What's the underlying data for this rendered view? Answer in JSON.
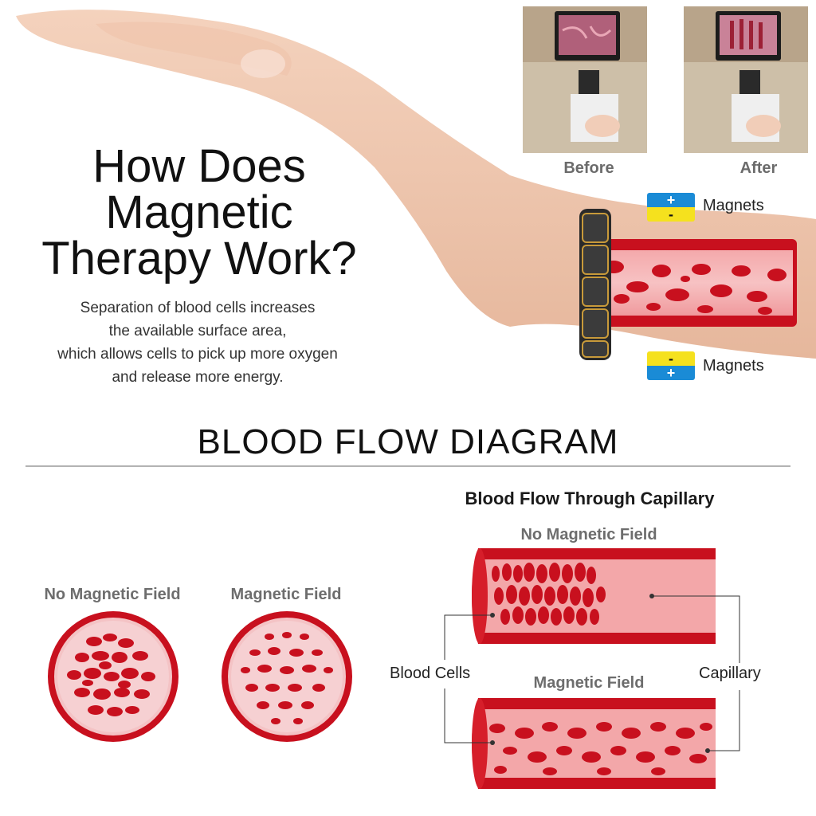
{
  "title": {
    "line1": "How Does",
    "line2": "Magnetic",
    "line3": "Therapy Work?"
  },
  "description": {
    "line1": "Separation of blood cells increases",
    "line2": "the available surface area,",
    "line3": "which allows cells to pick up more oxygen",
    "line4": "and release more energy."
  },
  "comparison": {
    "before_label": "Before",
    "after_label": "After"
  },
  "magnets": {
    "top": {
      "label": "Magnets",
      "upper_sign": "+",
      "lower_sign": "-"
    },
    "bottom": {
      "label": "Magnets",
      "upper_sign": "-",
      "lower_sign": "+"
    }
  },
  "section_title": "BLOOD FLOW DIAGRAM",
  "cross_sections": {
    "left_label": "No Magnetic Field",
    "right_label": "Magnetic Field"
  },
  "capillary_diagram": {
    "title": "Blood Flow Through Capillary",
    "top_label": "No Magnetic Field",
    "bottom_label": "Magnetic Field",
    "blood_cells_label": "Blood Cells",
    "capillary_label": "Capillary"
  },
  "colors": {
    "blood_red": "#c8101e",
    "vessel_pink": "#f3a7a9",
    "magnet_blue": "#1a8bd6",
    "magnet_yellow": "#f5e11e"
  }
}
